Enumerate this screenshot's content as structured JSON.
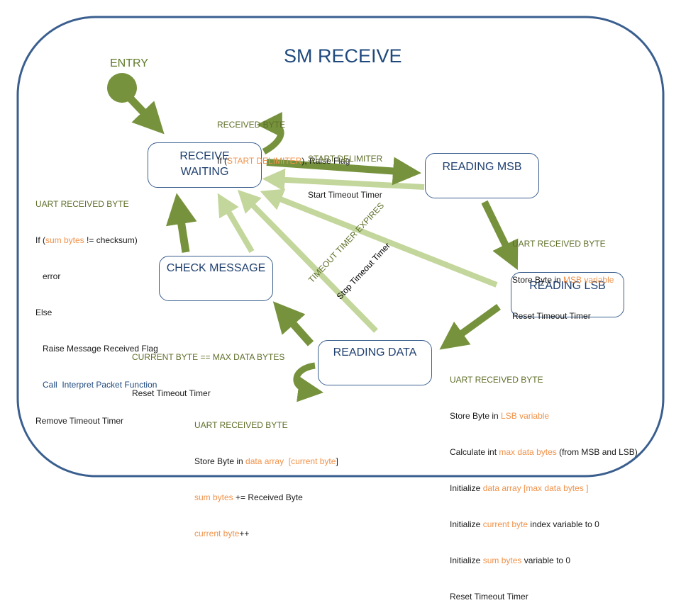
{
  "title": "SM RECEIVE",
  "entry_label": "ENTRY",
  "colors": {
    "border": "#3a5f8f",
    "primary_arrow": "#76923c",
    "timeout_arrow": "#c3d69b",
    "state_text": "#1f3f6f",
    "trigger_text": "#5f6f2a",
    "variable_text": "#f0924a"
  },
  "states": {
    "receive_waiting": {
      "line1": "RECEIVE",
      "line2": "WAITING"
    },
    "reading_msb": {
      "label": "READING MSB"
    },
    "reading_lsb": {
      "label": "READING LSB"
    },
    "reading_data": {
      "label": "READING DATA"
    },
    "check_message": {
      "label": "CHECK MESSAGE"
    }
  },
  "transitions": {
    "self_waiting": {
      "trigger": "RECEIVED BYTE",
      "action_pre": "If (",
      "action_var": "START DELIMITER",
      "action_post": "), Raise Flag"
    },
    "waiting_to_msb": {
      "trigger": "START DELIMITER",
      "action": "Start Timeout Timer"
    },
    "msb_to_lsb": {
      "trigger": "UART RECEIVED BYTE",
      "line1_pre": "Store Byte in ",
      "line1_var": "MSB variable",
      "line2": "Reset Timeout Timer"
    },
    "lsb_to_data": {
      "trigger": "UART RECEIVED BYTE",
      "line1_pre": "Store Byte in ",
      "line1_var": "LSB variable",
      "line2_pre": "Calculate int ",
      "line2_var": "max data bytes",
      "line2_post": " (from MSB and LSB)",
      "line3_pre": "Initialize ",
      "line3_var": "data array [max data bytes ]",
      "line4_pre": "Initialize ",
      "line4_var": "current byte",
      "line4_post": " index variable to 0",
      "line5_pre": "Initialize ",
      "line5_var": "sum bytes",
      "line5_post": " variable to 0",
      "line6": "Reset Timeout Timer"
    },
    "self_data": {
      "trigger": "UART RECEIVED BYTE",
      "line1_pre": "Store Byte in ",
      "line1_var": "data array  [current byte",
      "line1_post": "]",
      "line2_var": "sum bytes",
      "line2_post": " += Received Byte",
      "line3_var": "current byte",
      "line3_post": "++"
    },
    "data_to_check": {
      "trigger": "CURRENT BYTE == MAX DATA BYTES",
      "action": "Reset Timeout Timer"
    },
    "check_to_waiting": {
      "trigger": "UART RECEIVED BYTE",
      "line1_pre": "If (",
      "line1_var": "sum bytes",
      "line1_post": " != checksum)",
      "line2": "   error",
      "line3": "Else",
      "line4": "   Raise Message Received Flag",
      "line5": "   Call  Interpret Packet Function",
      "line6": "Remove Timeout Timer"
    },
    "timeout": {
      "trigger": "TIMEOUT TIMER EXPIRES",
      "action": "Stop Timeout Timer"
    }
  }
}
